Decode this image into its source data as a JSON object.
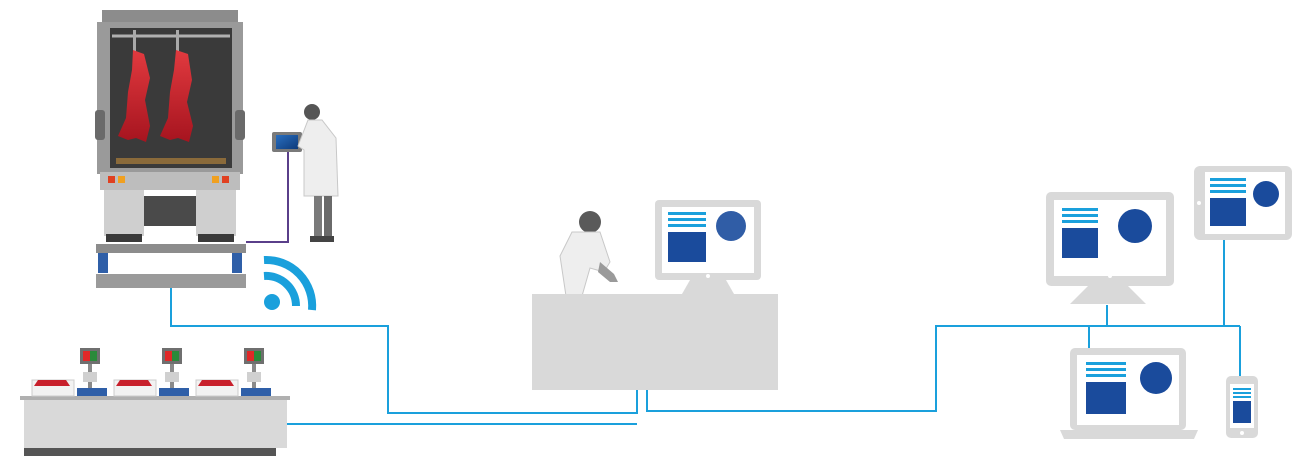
{
  "diagram": {
    "nodes": [
      {
        "id": "truck",
        "kind": "refrigerated-truck-on-weighbridge",
        "icon": "truck-icon"
      },
      {
        "id": "operator-terminal",
        "kind": "wall-terminal",
        "icon": "terminal-icon"
      },
      {
        "id": "worker",
        "kind": "worker-in-lab-coat",
        "icon": "person-icon"
      },
      {
        "id": "wireless",
        "kind": "wireless-signal",
        "icon": "wifi-icon"
      },
      {
        "id": "weighing-station",
        "kind": "table-with-three-scales",
        "icon": "scale-icon"
      },
      {
        "id": "office-desk",
        "kind": "desk-with-monitor-and-clerk",
        "icon": "monitor-icon"
      },
      {
        "id": "desktop",
        "kind": "desktop-monitor",
        "icon": "monitor-icon"
      },
      {
        "id": "tablet",
        "kind": "tablet",
        "icon": "tablet-icon"
      },
      {
        "id": "laptop",
        "kind": "laptop",
        "icon": "laptop-icon"
      },
      {
        "id": "phone",
        "kind": "smartphone",
        "icon": "phone-icon"
      }
    ],
    "edges": [
      {
        "from": "truck",
        "to": "office-desk"
      },
      {
        "from": "truck",
        "to": "operator-terminal"
      },
      {
        "from": "weighing-station",
        "to": "office-desk"
      },
      {
        "from": "office-desk",
        "to": "desktop"
      },
      {
        "from": "office-desk",
        "to": "tablet"
      },
      {
        "from": "office-desk",
        "to": "laptop"
      },
      {
        "from": "office-desk",
        "to": "phone"
      }
    ]
  },
  "colors": {
    "network_line": "#1aa0dc",
    "device_gray": "#d9d9d9",
    "screen_navy": "#1a4b9c",
    "screen_light_blue": "#1aa0dc",
    "meat_red": "#c8202c",
    "wifi_blue": "#1aa0dc",
    "terminal_line": "#5a3f8a"
  }
}
